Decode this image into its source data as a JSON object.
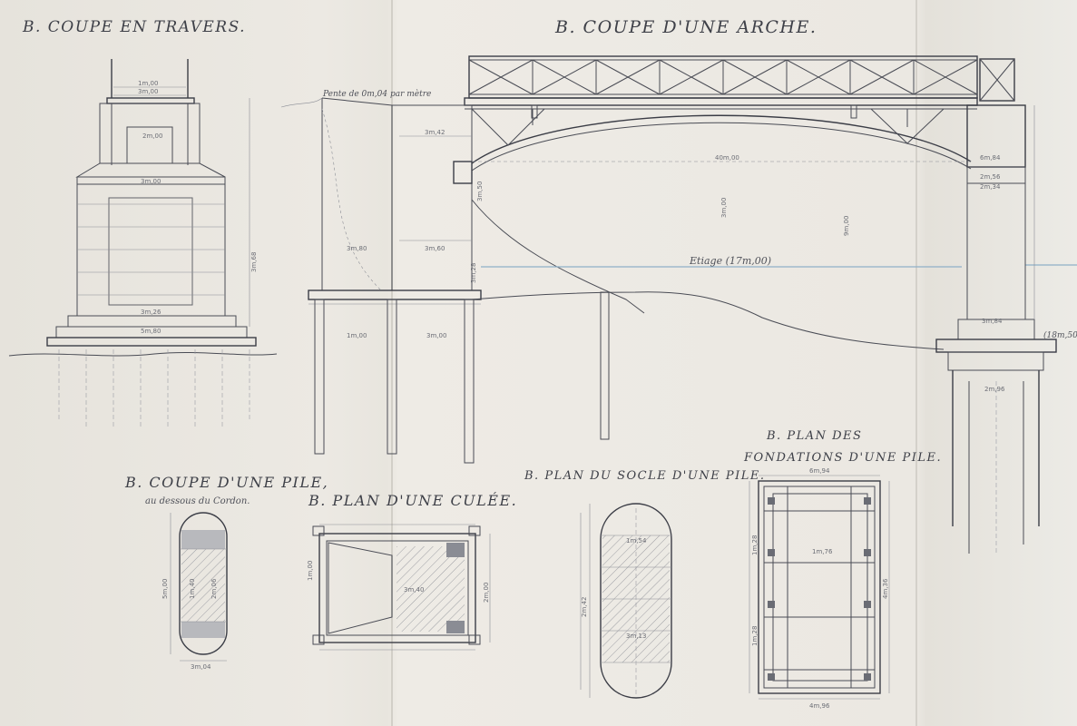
{
  "titles": {
    "coupe_travers": "B. COUPE EN TRAVERS.",
    "coupe_arche": "B. COUPE D'UNE ARCHE.",
    "coupe_pile": "B. COUPE D'UNE PILE,",
    "coupe_pile_sub": "au dessous du Cordon.",
    "plan_culee": "B. PLAN D'UNE CULÉE.",
    "plan_socle": "B. PLAN DU SOCLE D'UNE PILE.",
    "plan_fondations_1": "B. PLAN DES",
    "plan_fondations_2": "FONDATIONS D'UNE PILE."
  },
  "labels": {
    "pente": "Pente de 0m,04 par mètre",
    "etiage": "Etiage   (17m,00)",
    "right_level": "(18m,50)"
  },
  "dimensions": {
    "travers_top_1": "1m,00",
    "travers_top_2": "3m,00",
    "travers_mid": "2m,00",
    "travers_cap": "3m,00",
    "travers_base_1": "3m,26",
    "travers_base_2": "5m,80",
    "travers_height": "3m,68",
    "arche_span": "40m,00",
    "arche_rise": "3m,00",
    "arche_pier_height": "9m,00",
    "culee_top": "3m,42",
    "culee_body": "3m,50",
    "culee_base_1": "3m,80",
    "culee_base_2": "3m,60",
    "culee_ledge": "3m,28",
    "culee_pile_1": "3m,00",
    "culee_pile_2": "1m,00",
    "pier_cap": "6m,84",
    "pier_w1": "2m,56",
    "pier_w2": "2m,34",
    "pier_foot": "3m,84",
    "pier_found": "2m,96",
    "pile_w": "1m,40",
    "pile_h": "5m,00",
    "pile_bot": "3m,04",
    "pile_mid": "2m,06",
    "culee_plan_1": "3m,40",
    "culee_plan_2": "1m,00",
    "culee_plan_w": "2m,00",
    "socle_top": "1m,54",
    "socle_bot": "3m,13",
    "socle_side": "2m,42",
    "fond_top": "6m,94",
    "fond_bot": "4m,96",
    "fond_side_1": "1m,28",
    "fond_side_2": "1m,28",
    "fond_mid": "1m,76",
    "fond_w": "4m,36"
  }
}
